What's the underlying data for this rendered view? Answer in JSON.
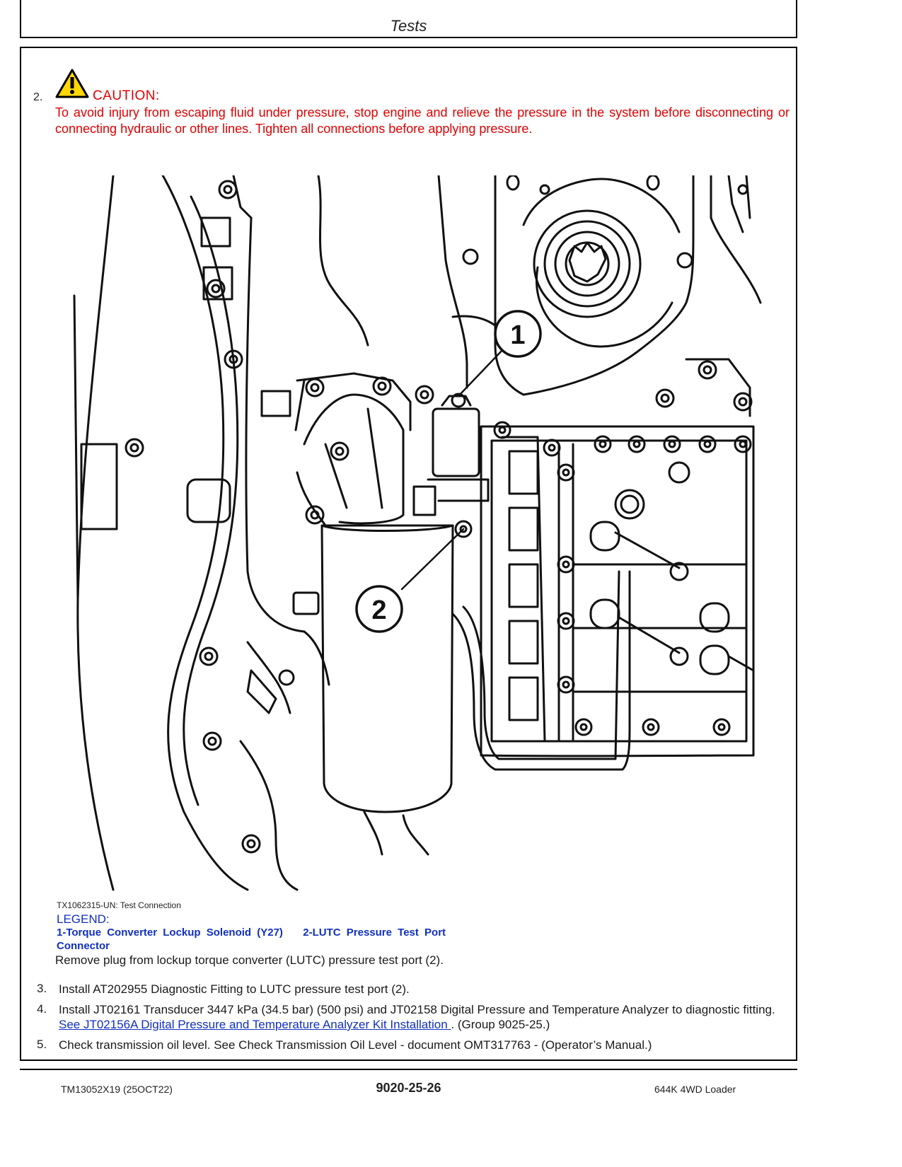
{
  "header": {
    "title": "Tests"
  },
  "caution": {
    "step_number": "2.",
    "heading": "CAUTION:",
    "text": "To avoid injury from escaping fluid under pressure, stop engine and relieve the pressure in the system before disconnecting or connecting hydraulic or other lines. Tighten all connections before applying pressure."
  },
  "figure": {
    "callouts": [
      "1",
      "2"
    ],
    "caption": "TX1062315-UN: Test Connection"
  },
  "legend": {
    "title": "LEGEND:",
    "item1": "1-Torque Converter Lockup Solenoid (Y27)",
    "item2": "2-LUTC Pressure Test Port Connector"
  },
  "step2_text": "Remove plug from lockup torque converter (LUTC) pressure test port (2).",
  "steps": [
    {
      "number": "3.",
      "text": "Install AT202955 Diagnostic Fitting to LUTC pressure test port (2)."
    },
    {
      "number": "4.",
      "text_before": "Install JT02161 Transducer 3447 kPa (34.5 bar) (500 psi) and JT02158 Digital Pressure and Temperature Analyzer to diagnostic fitting.",
      "link": " See JT02156A Digital Pressure and Temperature Analyzer Kit Installation ",
      "text_after": ". (Group 9025-25.)"
    },
    {
      "number": "5.",
      "text": "Check transmission oil level. See Check Transmission Oil Level - document OMT317763 - (Operator’s Manual.)"
    }
  ],
  "footer": {
    "left": "TM13052X19 (25OCT22)",
    "center": "9020-25-26",
    "right": "644K 4WD Loader"
  },
  "colors": {
    "caution": "#e00000",
    "legend": "#1030c0",
    "warning_yellow": "#ffd800"
  }
}
